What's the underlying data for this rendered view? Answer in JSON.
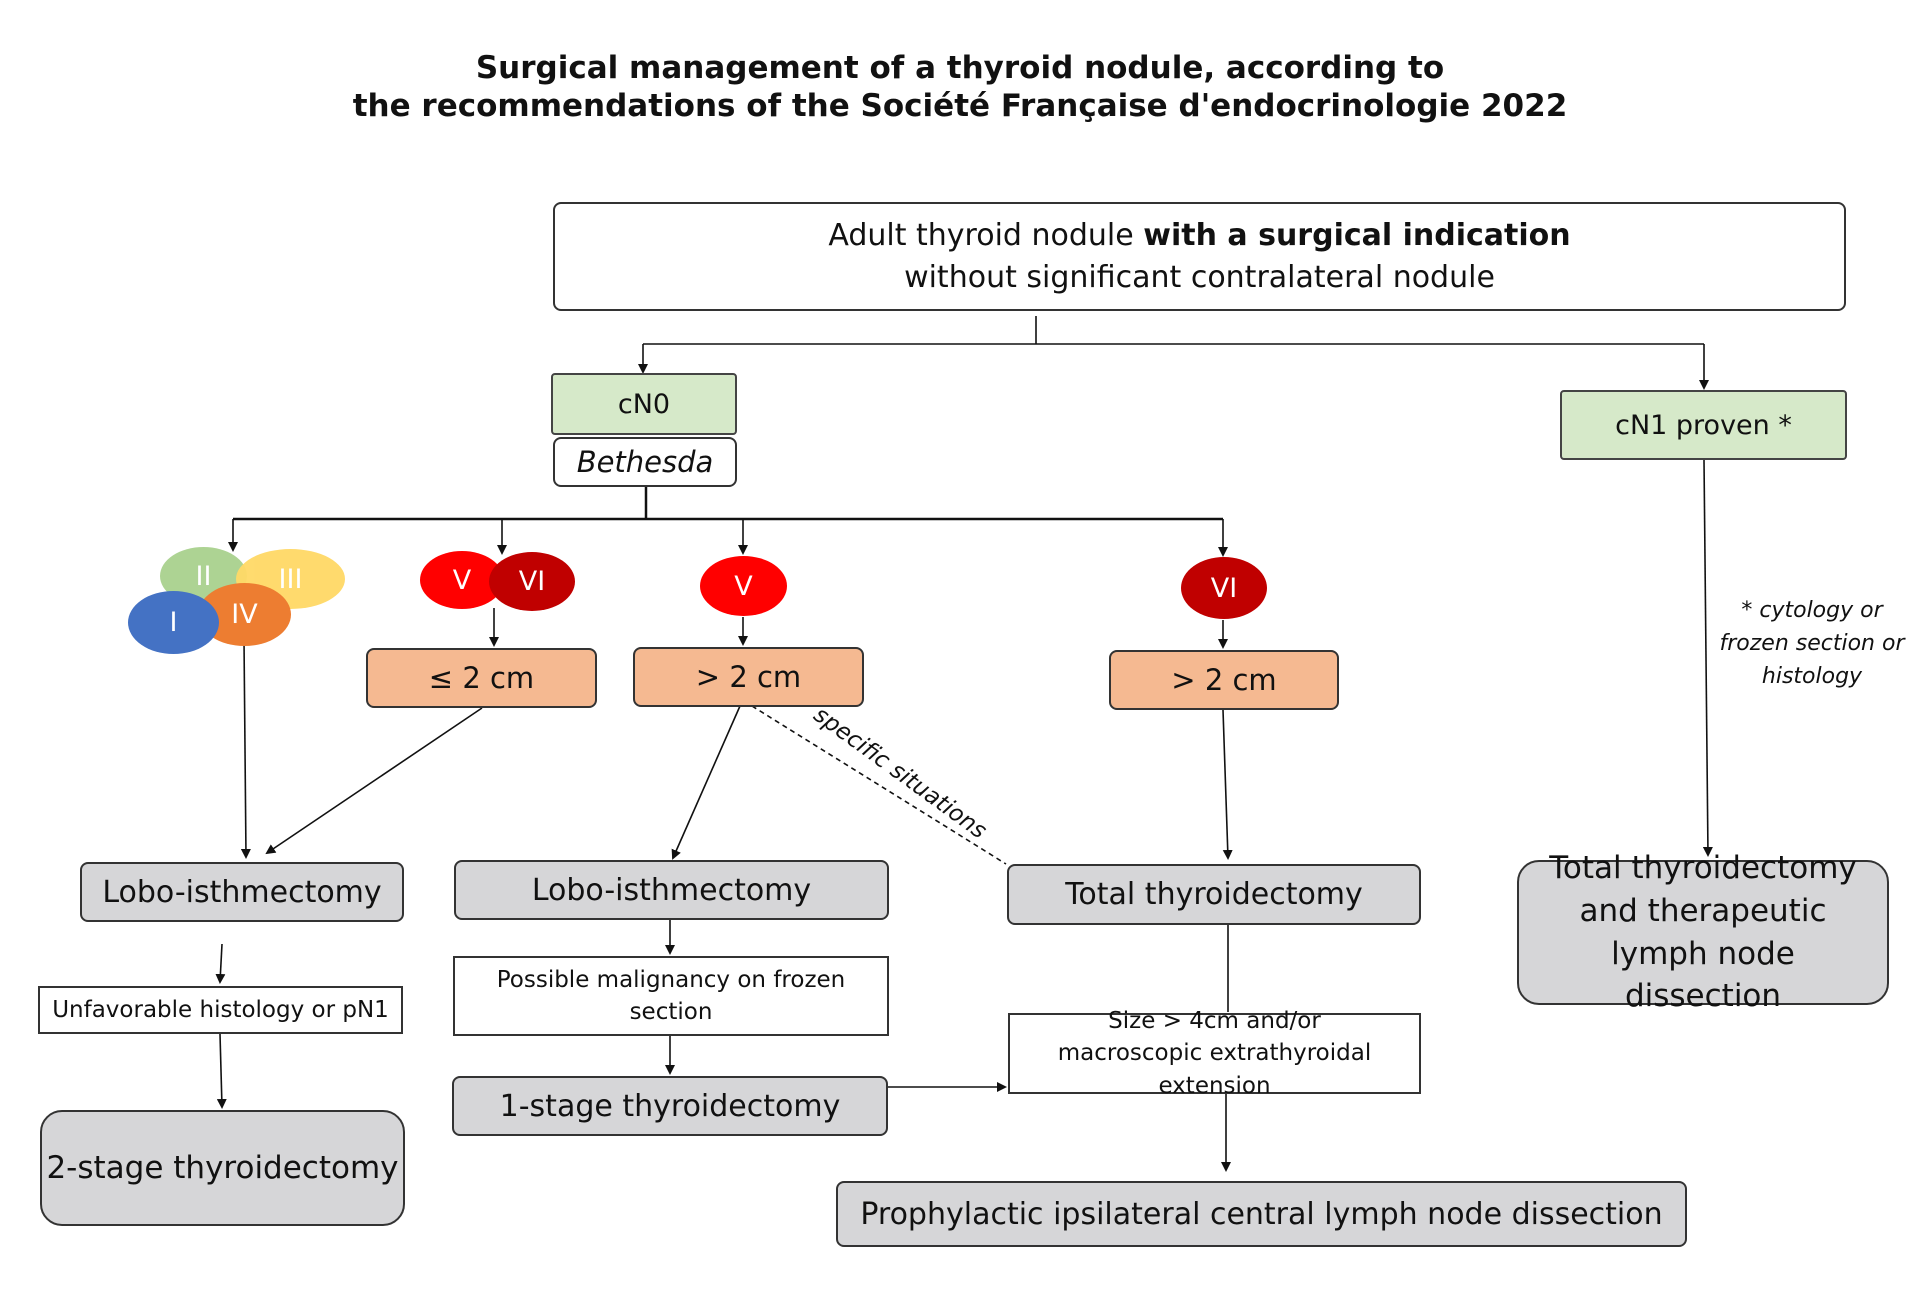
{
  "title": {
    "line1": "Surgical management of a thyroid nodule, according to",
    "line2": "the recommendations of the Société Française d'endocrinologie 2022"
  },
  "top_box": {
    "line1_plain": "Adult thyroid nodule ",
    "line1_bold": "with a surgical indication",
    "line2": "without significant contralateral nodule"
  },
  "cn0": "cN0",
  "bethesda": "Bethesda",
  "cn1": "cN1 proven  *",
  "cn1_note": "* cytology or frozen section or histology",
  "bethesda_categories": {
    "I": "I",
    "II": "II",
    "III": "III",
    "IV": "IV",
    "V": "V",
    "VI": "VI"
  },
  "size_le2": "≤ 2 cm",
  "size_gt2_v": "> 2 cm",
  "size_gt2_vi": "> 2 cm",
  "specific_situations": "specific situations",
  "lobo_left": "Lobo-isthmectomy",
  "unfavorable": "Unfavorable histology or pN1",
  "two_stage": "2-stage thyroidectomy",
  "lobo_mid": "Lobo-isthmectomy",
  "possible_malignancy": "Possible malignancy on frozen section",
  "one_stage": "1-stage thyroidectomy",
  "total_thyroidectomy": "Total thyroidectomy",
  "size_4cm": "Size > 4cm and/or macroscopic extrathyroidal extension",
  "prophylactic": "Prophylactic ipsilateral central lymph node dissection",
  "total_therapeutic": "Total thyroidectomy and therapeutic lymph node dissection",
  "colors": {
    "green": "#d6e9c9",
    "orange": "#f5b991",
    "grey": "#d6d6d8",
    "bethesda_I": "#4472c4",
    "bethesda_II": "#a9d18e",
    "bethesda_III": "#ffd966",
    "bethesda_IV": "#ed7d31",
    "bethesda_V": "#ff0000",
    "bethesda_VI": "#c00000"
  }
}
